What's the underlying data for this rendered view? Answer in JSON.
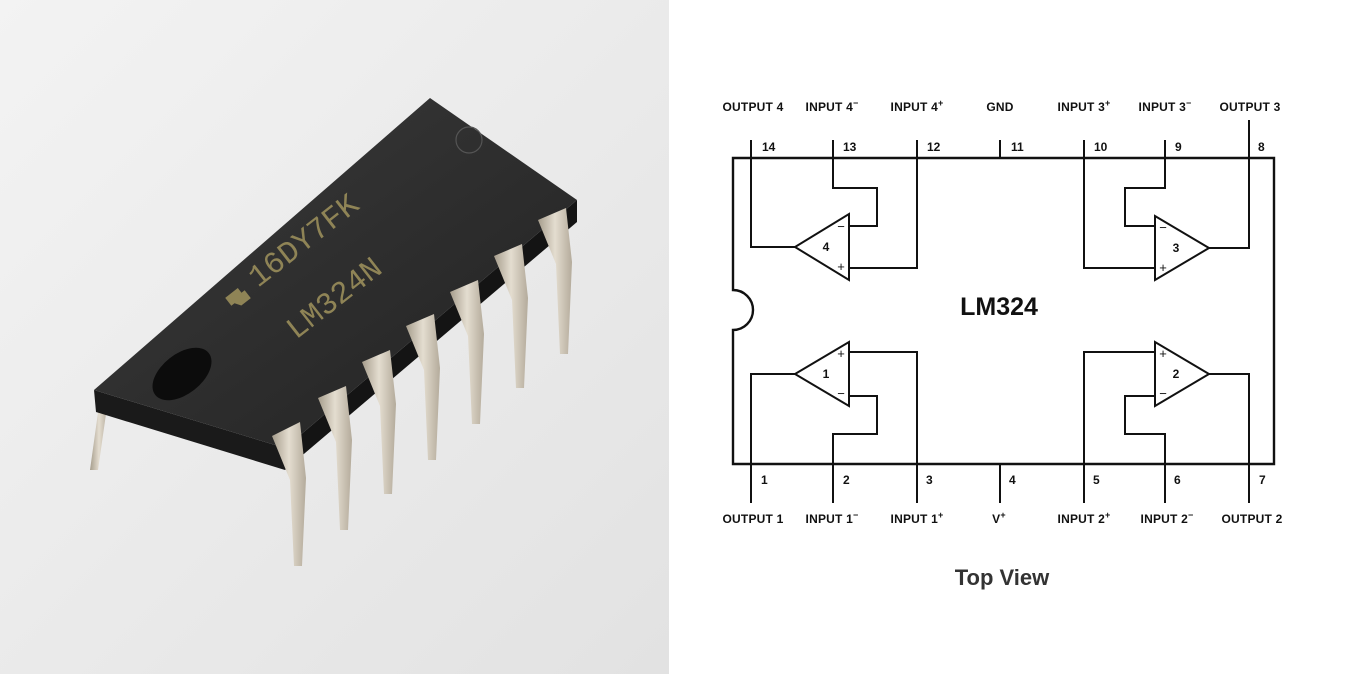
{
  "photo": {
    "chip_marking_line1": "16DY7FK",
    "chip_marking_line2": "LM324N",
    "logo_icon": "ti-logo-icon"
  },
  "diagram": {
    "title": "LM324",
    "caption": "Top View",
    "top_pins": [
      {
        "num": "14",
        "label": "OUTPUT 4",
        "sup": ""
      },
      {
        "num": "13",
        "label": "INPUT 4",
        "sup": "−"
      },
      {
        "num": "12",
        "label": "INPUT 4",
        "sup": "+"
      },
      {
        "num": "11",
        "label": "GND",
        "sup": ""
      },
      {
        "num": "10",
        "label": "INPUT 3",
        "sup": "+"
      },
      {
        "num": "9",
        "label": "INPUT 3",
        "sup": "−"
      },
      {
        "num": "8",
        "label": "OUTPUT 3",
        "sup": ""
      }
    ],
    "bottom_pins": [
      {
        "num": "1",
        "label": "OUTPUT 1",
        "sup": ""
      },
      {
        "num": "2",
        "label": "INPUT 1",
        "sup": "−"
      },
      {
        "num": "3",
        "label": "INPUT 1",
        "sup": "+"
      },
      {
        "num": "4",
        "label": "V",
        "sup": "+"
      },
      {
        "num": "5",
        "label": "INPUT 2",
        "sup": "+"
      },
      {
        "num": "6",
        "label": "INPUT 2",
        "sup": "−"
      },
      {
        "num": "7",
        "label": "OUTPUT 2",
        "sup": ""
      }
    ],
    "amplifiers": [
      {
        "id": "4",
        "plus": "+",
        "minus": "−"
      },
      {
        "id": "3",
        "plus": "+",
        "minus": "−"
      },
      {
        "id": "1",
        "plus": "+",
        "minus": "−"
      },
      {
        "id": "2",
        "plus": "+",
        "minus": "−"
      }
    ]
  }
}
